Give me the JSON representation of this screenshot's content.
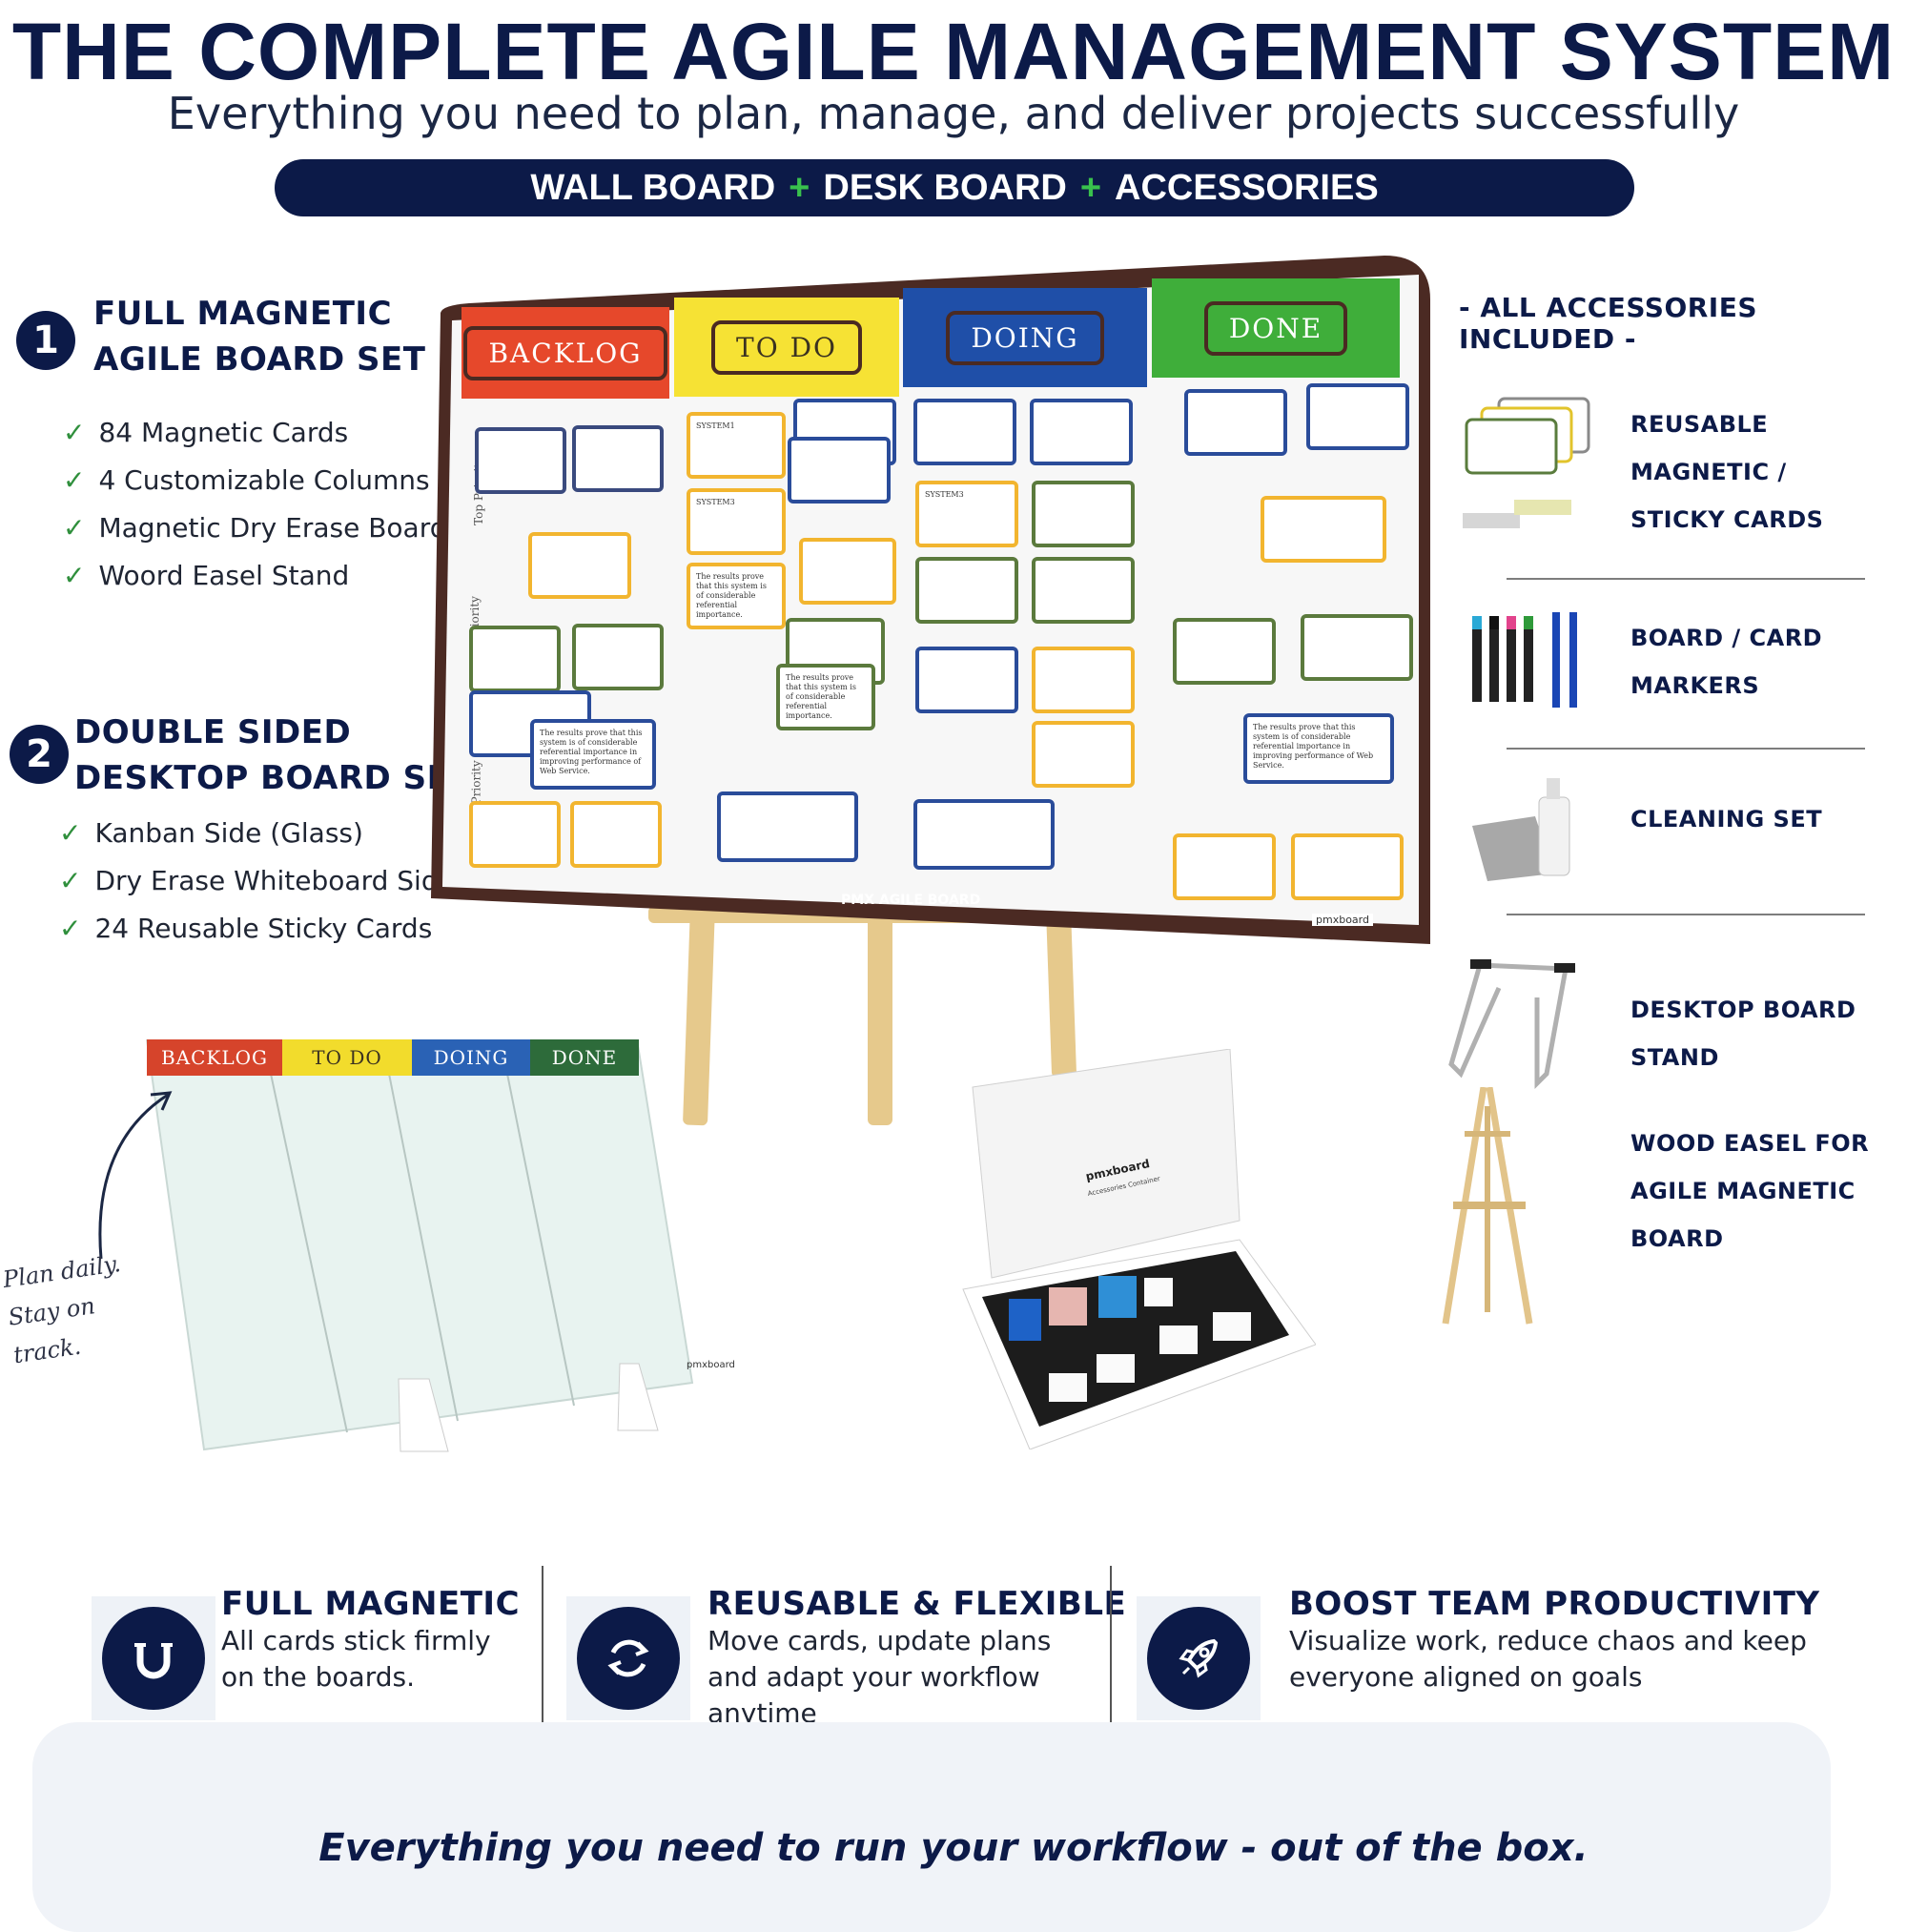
{
  "header": {
    "title": "THE COMPLETE AGILE MANAGEMENT SYSTEM",
    "subtitle": "Everything you need to plan, manage, and deliver projects successfully",
    "pill": {
      "part1": "WALL BOARD",
      "plus1": "+",
      "part2": "DESK BOARD",
      "plus2": "+",
      "part3": "ACCESSORIES"
    }
  },
  "section1": {
    "number": "1",
    "title_line1": "FULL MAGNETIC",
    "title_line2": "AGILE BOARD SET",
    "items": [
      "84 Magnetic Cards",
      "4 Customizable Columns",
      "Magnetic Dry Erase Board",
      "Woord Easel Stand"
    ]
  },
  "section2": {
    "number": "2",
    "title_line1": "DOUBLE SIDED",
    "title_line2": "DESKTOP BOARD SET",
    "items": [
      "Kanban Side (Glass)",
      "Dry Erase Whiteboard Side",
      "24 Reusable Sticky Cards"
    ]
  },
  "wallboard": {
    "columns": [
      "BACKLOG",
      "TO DO",
      "DOING",
      "DONE"
    ],
    "column_colors": [
      "#e6482b",
      "#f6e234",
      "#1f4fa8",
      "#3fae3a"
    ],
    "rows": [
      "Top Priority",
      "Medium Priority",
      "Low Priority"
    ],
    "brand": "PMX AGILE BOARD",
    "logo": "pmxboard",
    "card_label": "SYSTEM1",
    "card_label_alt": "SYSTEM3",
    "card_text": "The results prove that this system is of considerable referential importance.",
    "card_text_long": "The results prove that this system is of considerable referential importance in improving performance of Web Service."
  },
  "desktop": {
    "columns": [
      "BACKLOG",
      "TO DO",
      "DOING",
      "DONE"
    ],
    "column_colors": [
      "#d6442b",
      "#f2dc2c",
      "#2a62b5",
      "#2d6b3a"
    ],
    "note_line1": "Plan daily.",
    "note_line2": "Stay on track.",
    "logo": "pmxboard"
  },
  "accbox": {
    "logo": "pmxboard",
    "caption": "Accessories Container"
  },
  "accessories": {
    "heading": "- ALL ACCESSORIES INCLUDED -",
    "items": [
      {
        "line1": "REUSABLE MAGNETIC /",
        "line2": "STICKY CARDS"
      },
      {
        "line1": "BOARD / CARD",
        "line2": "MARKERS"
      },
      {
        "line1": "CLEANING SET"
      },
      {
        "line1": "DESKTOP BOARD",
        "line2": "STAND"
      },
      {
        "line1": "WOOD EASEL FOR",
        "line2": "AGILE MAGNETIC",
        "line3": "BOARD"
      }
    ]
  },
  "features": [
    {
      "title": "FULL MAGNETIC",
      "desc1": "All cards stick firmly",
      "desc2": "on the boards.",
      "icon": "magnet-icon"
    },
    {
      "title": "REUSABLE & FLEXIBLE",
      "desc1": "Move cards, update plans",
      "desc2": "and adapt your workflow",
      "desc3": "anytime",
      "icon": "refresh-icon"
    },
    {
      "title": "BOOST TEAM PRODUCTIVITY",
      "desc1": "Visualize work, reduce chaos and keep",
      "desc2": "everyone aligned on goals",
      "icon": "rocket-icon"
    }
  ],
  "footer": {
    "text": "Everything you need to run your workflow - out of the box."
  }
}
